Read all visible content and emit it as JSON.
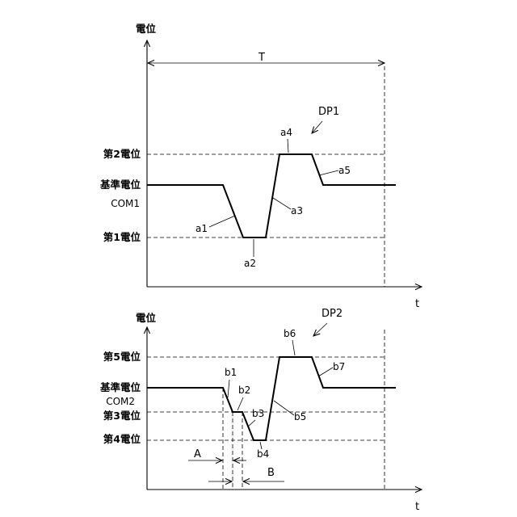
{
  "top": {
    "axis_y": "電位",
    "axis_x": "t",
    "period": "T",
    "signal": "DP1",
    "com": "COM1",
    "levels": {
      "second": "第2電位",
      "reference": "基準電位",
      "first": "第1電位"
    },
    "segments": {
      "a1": "a1",
      "a2": "a2",
      "a3": "a3",
      "a4": "a4",
      "a5": "a5"
    }
  },
  "bottom": {
    "axis_y": "電位",
    "axis_x": "t",
    "signal": "DP2",
    "com": "COM2",
    "levels": {
      "fifth": "第5電位",
      "reference": "基準電位",
      "third": "第3電位",
      "fourth": "第4電位"
    },
    "segments": {
      "b1": "b1",
      "b2": "b2",
      "b3": "b3",
      "b4": "b4",
      "b5": "b5",
      "b6": "b6",
      "b7": "b7"
    },
    "intervals": {
      "A": "A",
      "B": "B"
    }
  }
}
